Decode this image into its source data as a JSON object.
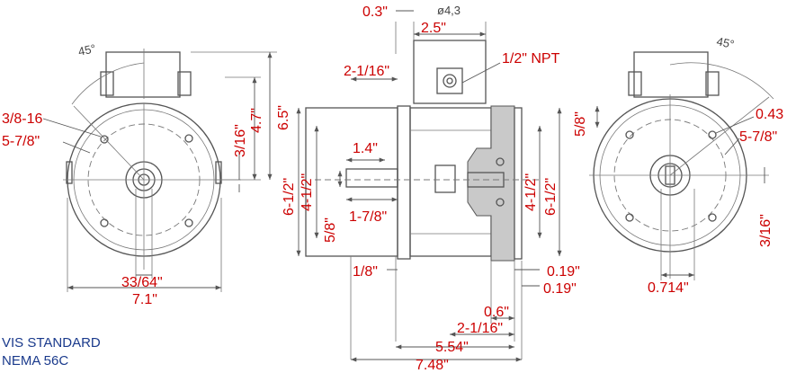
{
  "title_lines": [
    "VIS STANDARD",
    "NEMA 56C"
  ],
  "colors": {
    "dimension_text": "#cc0000",
    "title_text": "#1a3a8c",
    "line": "#555555"
  },
  "left_view": {
    "angle": "45°",
    "hole_thread": "3/8-16",
    "bolt_circle": "5-7/8\"",
    "height_a": "3/16\"",
    "height_b": "4.7\"",
    "height_c": "6.5\"",
    "shaft_offset": "33/64\"",
    "width": "7.1\""
  },
  "side_view": {
    "top_offset": "0.3\"",
    "bore_diameter": "ø4,3",
    "box_width": "2.5\"",
    "npt": "1/2\" NPT",
    "flange_offset": "2-1/16\"",
    "key_length": "1.4\"",
    "shaft_length": "1-7/8\"",
    "shaft_diameter": "5/8\"",
    "pilot_left": "4-1/2\"",
    "outer_left": "6-1/2\"",
    "pilot_right": "4-1/2\"",
    "outer_right": "6-1/2\"",
    "flange_thickness": "1/8\"",
    "gap_a": "0.19\"",
    "gap_b": "0.19\"",
    "hub_length": "0.6\"",
    "body_length": "2-1/16\"",
    "length_a": "5.54\"",
    "overall_length": "7.48\""
  },
  "right_view": {
    "angle": "45°",
    "key_height": "5/8\"",
    "hole_diameter": "0.43",
    "bolt_circle": "5-7/8\"",
    "keyway": "3/16\"",
    "shaft_offset": "0.714\""
  }
}
